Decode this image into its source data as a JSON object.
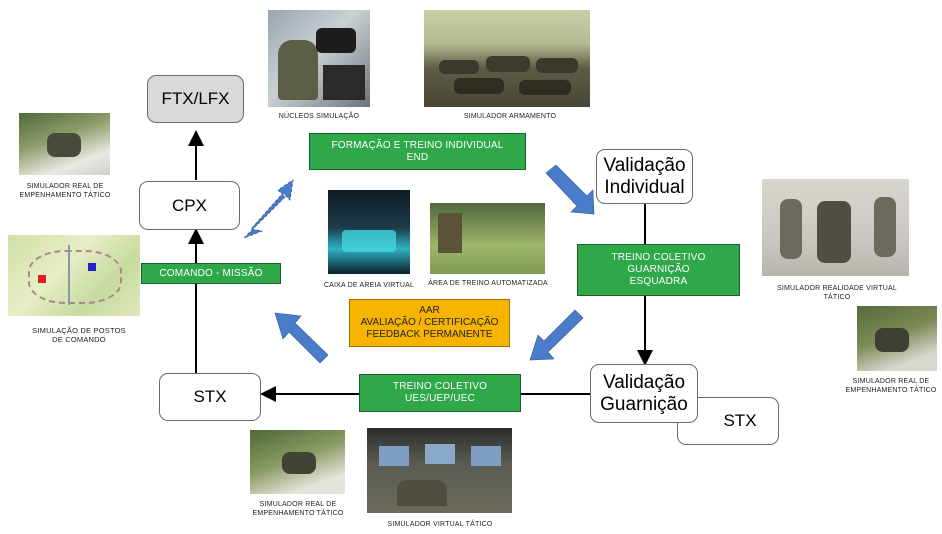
{
  "nodes": {
    "ftx_lfx": "FTX/LFX",
    "cpx": "CPX",
    "stx_left": "STX",
    "validacao_individual_l1": "Validação",
    "validacao_individual_l2": "Individual",
    "validacao_guarnicao_l1": "Validação",
    "validacao_guarnicao_l2": "Guarnição",
    "stx_right": "STX"
  },
  "green_boxes": {
    "formacao_l1": "FORMAÇÃO E  TREINO INDIVIDUAL",
    "formacao_l2": "END",
    "comando": "COMANDO - MISSÃO",
    "treino_coletivo_right_l1": "TREINO COLETIVO",
    "treino_coletivo_right_l2": "GUARNIÇÃO",
    "treino_coletivo_right_l3": "ESQUADRA",
    "treino_coletivo_bottom_l1": "TREINO COLETIVO",
    "treino_coletivo_bottom_l2": "UES/UEP/UEC"
  },
  "aar_box": {
    "l1": "AAR",
    "l2": "AVALIAÇÃO / CERTIFICAÇÃO",
    "l3": "FEEDBACK PERMANENTE"
  },
  "captions": {
    "nucleos": "NÚCLEOS SIMULAÇÃO",
    "armamento": "SIMULADOR ARMAMENTO",
    "real_top_l1": "SIMULADOR REAL DE",
    "real_top_l2": "EMPENHAMENTO TÁTICO",
    "postos_l1": "SIMULAÇÃO DE POSTOS",
    "postos_l2": "DE COMANDO",
    "caixa": "CAIXA DE AREIA VIRTUAL",
    "area": "ÁREA DE TREINO AUTOMATIZADA",
    "realidade_l1": "SIMULADOR REALIDADE VIRTUAL",
    "realidade_l2": "TÁTICO",
    "real_right_l1": "SIMULADOR REAL DE",
    "real_right_l2": "EMPENHAMENTO TÁTICO",
    "real_bottom_l1": "SIMULADOR REAL DE",
    "real_bottom_l2": "EMPENHAMENTO TÁTICO",
    "virtual_tatico": "SIMULADOR VIRTUAL TÁTICO"
  },
  "colors": {
    "green": "#2fa84a",
    "orange": "#f6b400",
    "blue_arrow": "#4a7cc9",
    "node_grey": "#d9d9d9"
  }
}
